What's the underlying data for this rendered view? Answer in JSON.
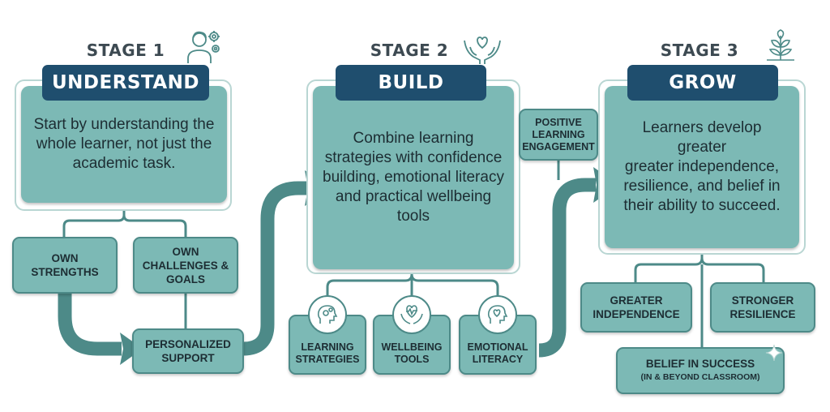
{
  "stages": [
    {
      "label": "STAGE 1",
      "title": "UNDERSTAND",
      "description": "Start by understanding the whole learner, not just the academic task.",
      "icon": "person-gears-icon"
    },
    {
      "label": "STAGE 2",
      "title": "BUILD",
      "description": "Combine learning strategies with confidence building, emotional literacy and practical wellbeing tools",
      "icon": "hands-heart-icon"
    },
    {
      "label": "STAGE 3",
      "title": "GROW",
      "description_line1": "Learners develop",
      "description_line2": "greater",
      "description_line3": "greater independence, resilience, and belief in their ability to succeed.",
      "icon": "growing-plant-icon"
    }
  ],
  "stage1_nodes": {
    "own_strengths": "OWN STRENGTHS",
    "own_challenges": "OWN CHALLENGES & GOALS",
    "personalized_support": "PERSONALIZED SUPPORT"
  },
  "stage2_nodes": {
    "learning_strategies": "LEARNING STRATEGIES",
    "wellbeing_tools": "WELLBEING TOOLS",
    "emotional_literacy": "EMOTIONAL LITERACY",
    "positive_engagement": "POSITIVE LEARNING ENGAGEMENT"
  },
  "stage3_nodes": {
    "greater_independence": "GREATER INDEPENDENCE",
    "stronger_resilience": "STRONGER RESILIENCE",
    "belief_in_success": "BELIEF IN SUCCESS",
    "belief_in_success_sub": "(IN & BEYOND CLASSROOM)"
  },
  "colors": {
    "teal": "#7cb9b5",
    "dark_teal": "#4d8a88",
    "navy": "#1f4e6e",
    "text": "#1d2d33",
    "arrow": "#4d8a88"
  }
}
